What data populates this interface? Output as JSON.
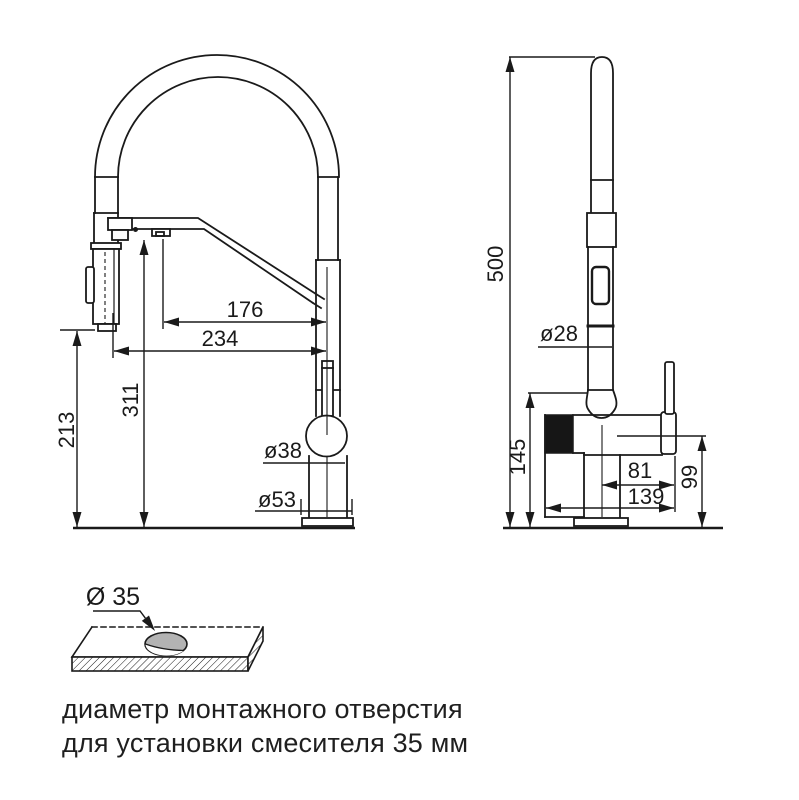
{
  "front_view": {
    "dim_spout_reach": "176",
    "dim_head_reach": "234",
    "dim_spout_height": "311",
    "dim_head_height": "213",
    "dim_ball_diameter": "ø38",
    "dim_base_diameter": "ø53"
  },
  "side_view": {
    "dim_total_height": "500",
    "dim_column_diameter": "ø28",
    "dim_body_height": "145",
    "dim_handle_reach": "81",
    "dim_base_depth": "139",
    "dim_handle_height": "99"
  },
  "mounting": {
    "hole_diameter": "Ø 35"
  },
  "caption": {
    "line1": "диаметр монтажного отверстия",
    "line2": "для установки смесителя 35 мм"
  },
  "colors": {
    "line": "#1a1a1a",
    "hole_shadow": "#b3b3b3",
    "text": "#1f1f1f"
  }
}
